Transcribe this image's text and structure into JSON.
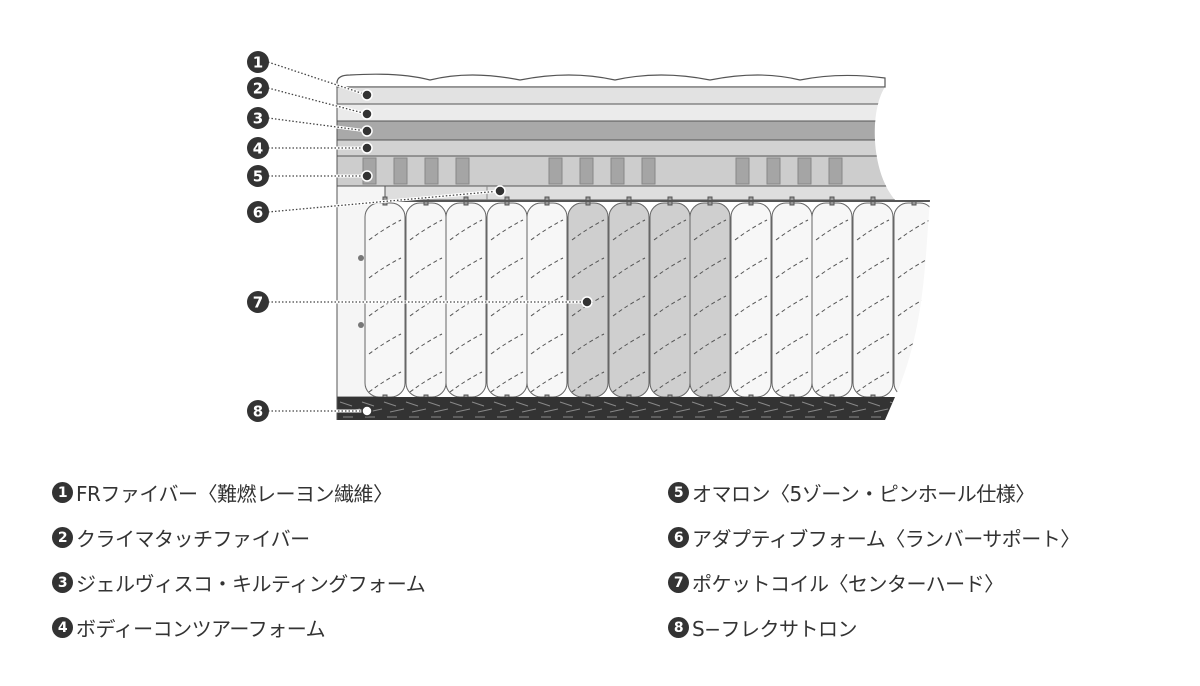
{
  "callouts": [
    "1",
    "2",
    "3",
    "4",
    "5",
    "6",
    "7",
    "8"
  ],
  "legend": [
    {
      "num": "1",
      "text": "FRファイバー〈難燃レーヨン繊維〉"
    },
    {
      "num": "2",
      "text": "クライマタッチファイバー"
    },
    {
      "num": "3",
      "text": "ジェルヴィスコ・キルティングフォーム"
    },
    {
      "num": "4",
      "text": "ボディーコンツアーフォーム"
    },
    {
      "num": "5",
      "text": "オマロン〈5ゾーン・ピンホール仕様〉"
    },
    {
      "num": "6",
      "text": "アダプティブフォーム〈ランバーサポート〉"
    },
    {
      "num": "7",
      "text": "ポケットコイル〈センターハード〉"
    },
    {
      "num": "8",
      "text": "S−フレクサトロン"
    }
  ],
  "colors": {
    "dark": "#333333",
    "coil_hard": "#cfcfcf",
    "coil_soft": "#f7f7f7"
  }
}
